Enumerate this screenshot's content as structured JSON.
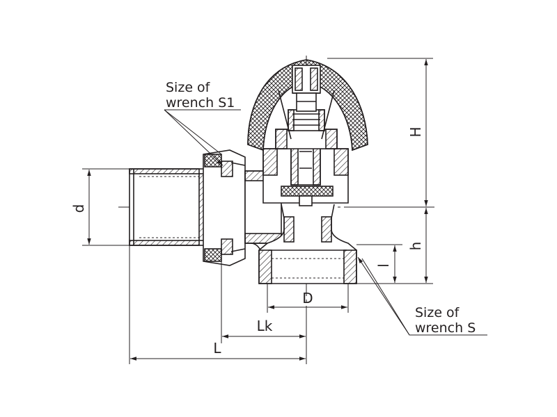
{
  "labels": {
    "wrench_s1_line1": "Size of",
    "wrench_s1_line2": "wrench S1",
    "wrench_s_line1": "Size of",
    "wrench_s_line2": "wrench S",
    "dim_d_small": "d",
    "dim_D": "D",
    "dim_H": "H",
    "dim_h": "h",
    "dim_l": "l",
    "dim_Lk": "Lk",
    "dim_L": "L"
  },
  "colors": {
    "line": "#231f20",
    "background": "#ffffff"
  }
}
